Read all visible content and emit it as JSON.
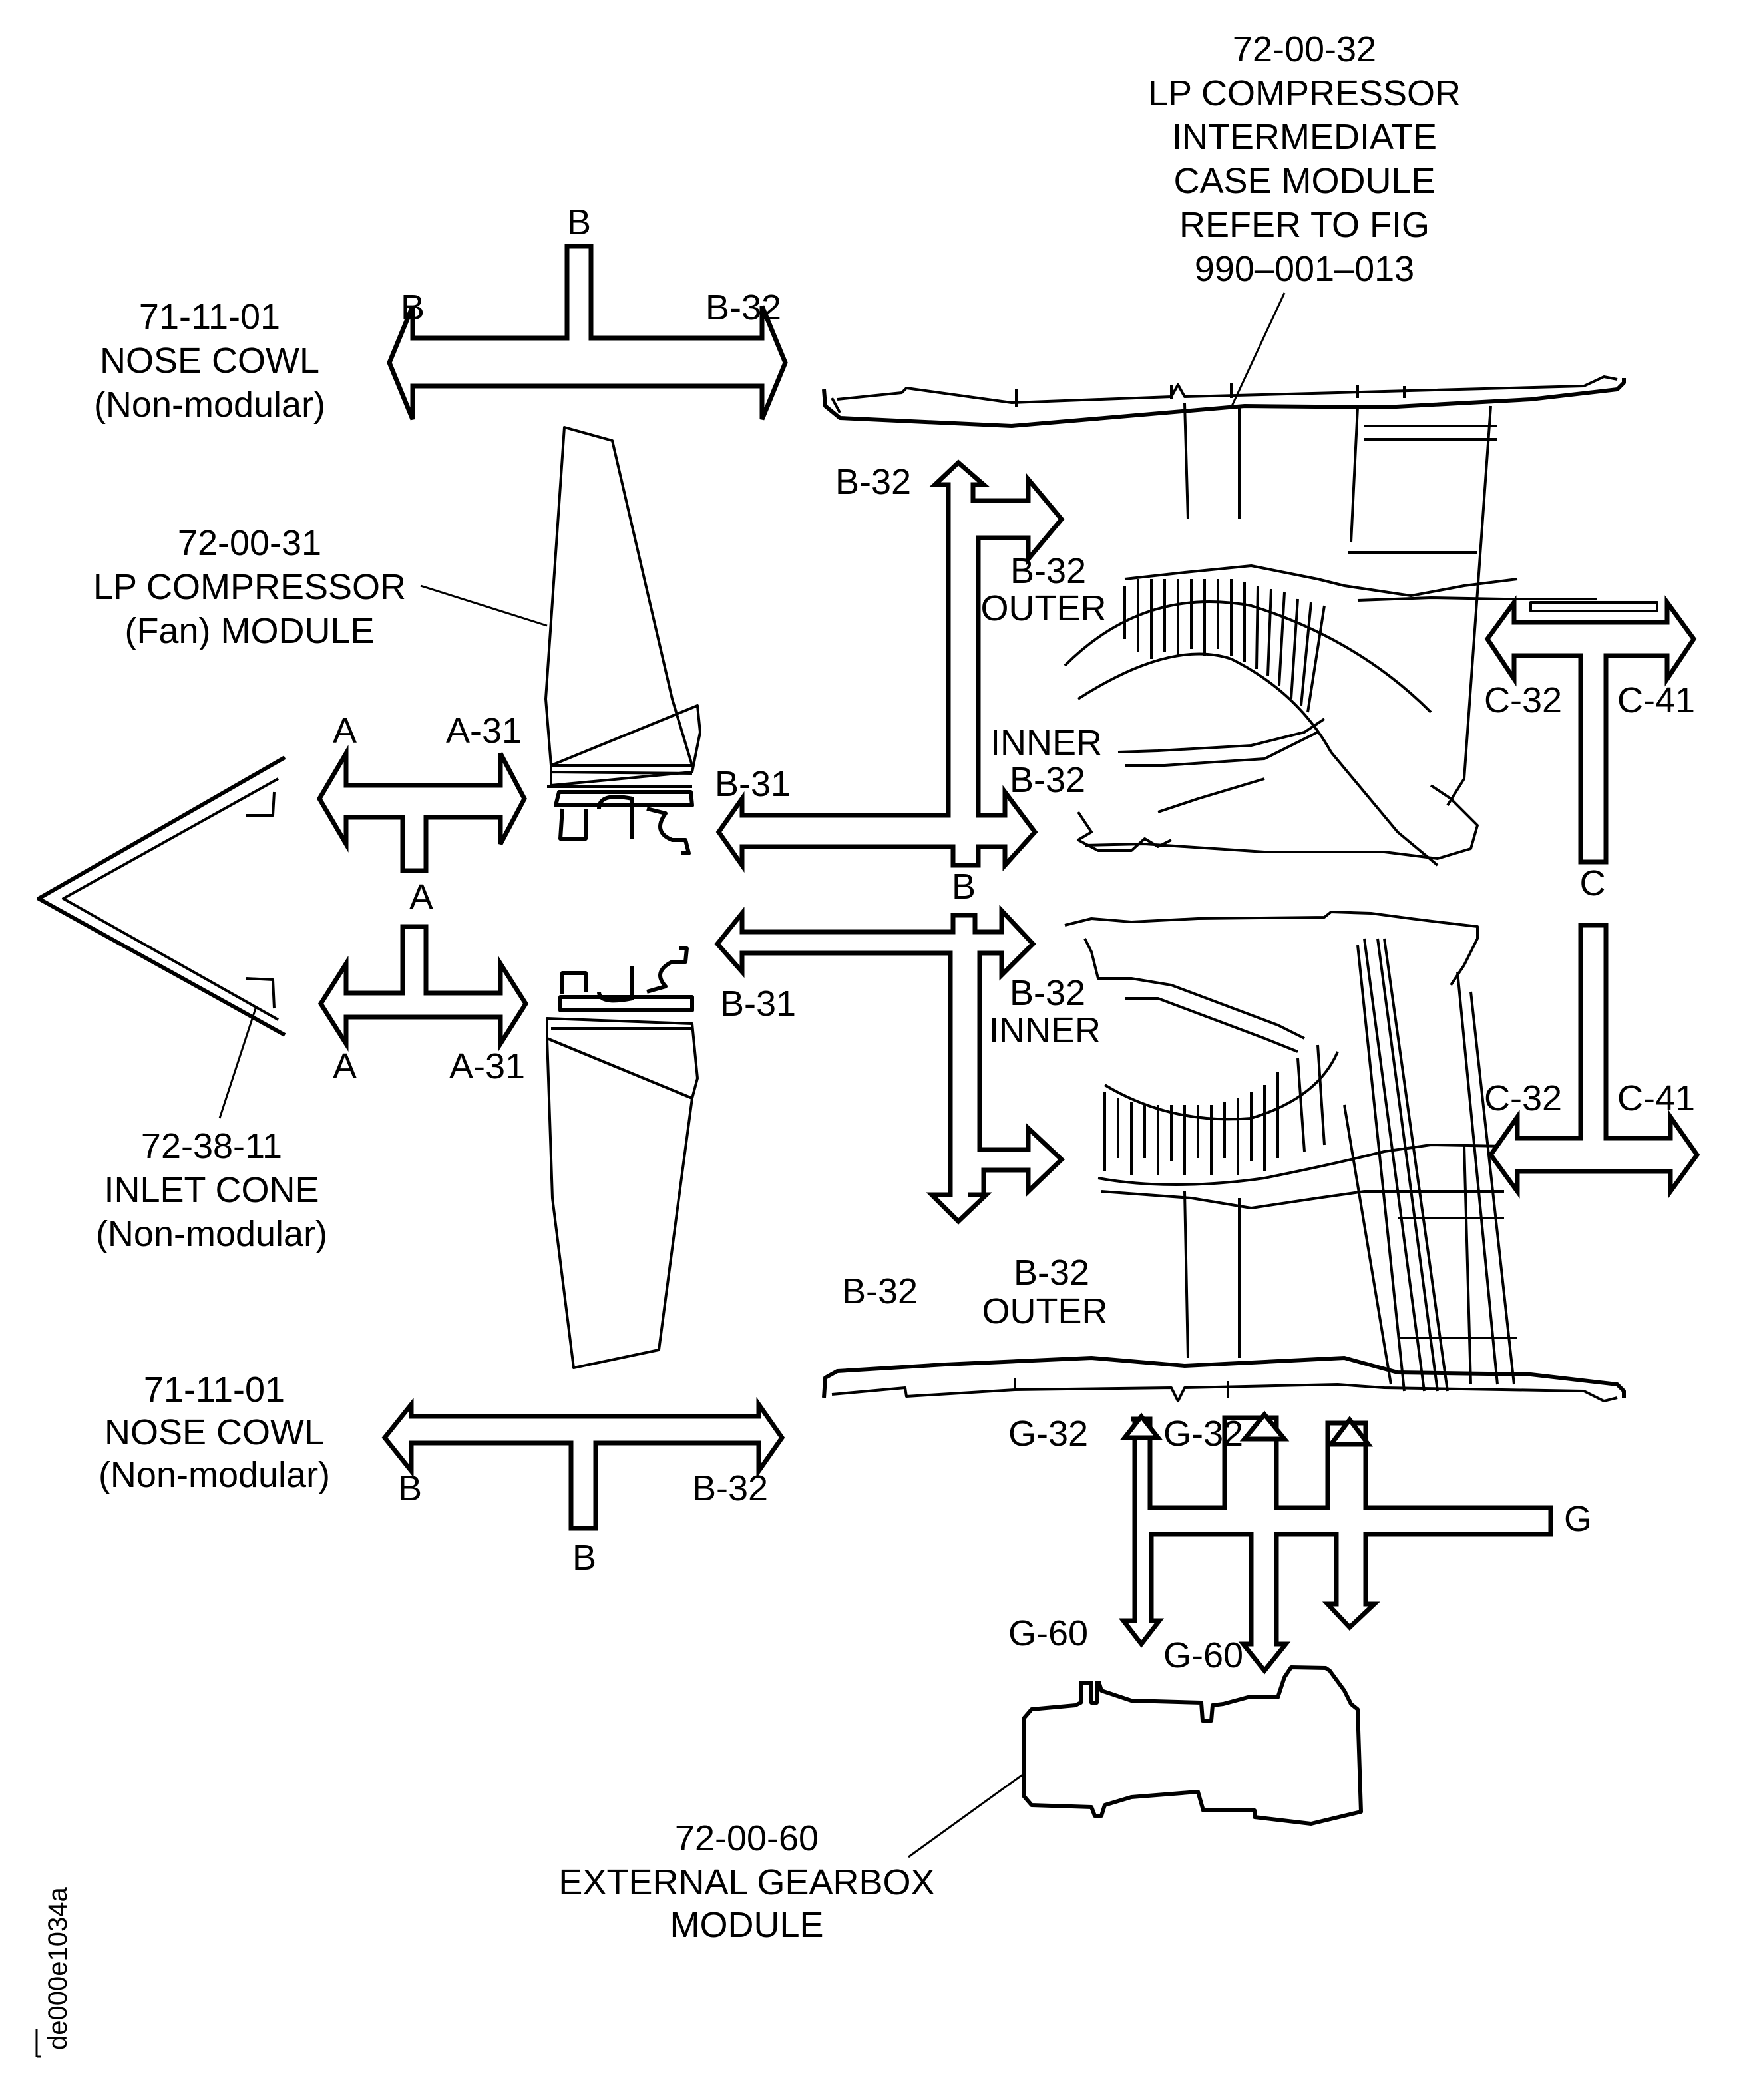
{
  "figure": {
    "drawing_id": "de000e1034a"
  },
  "modules": {
    "lp_intermediate_case": {
      "lines": [
        "72-00-32",
        "LP COMPRESSOR",
        "INTERMEDIATE",
        "CASE MODULE",
        "REFER TO FIG",
        "990–001–013"
      ]
    },
    "nose_cowl_top": {
      "lines": [
        "71-11-01",
        "NOSE COWL",
        "(Non-modular)"
      ]
    },
    "nose_cowl_bottom": {
      "lines": [
        "71-11-01",
        "NOSE COWL",
        "(Non-modular)"
      ]
    },
    "lp_fan": {
      "lines": [
        "72-00-31",
        "LP COMPRESSOR",
        "(Fan) MODULE"
      ]
    },
    "inlet_cone": {
      "lines": [
        "72-38-11",
        "INLET CONE",
        "(Non-modular)"
      ]
    },
    "external_gearbox": {
      "lines": [
        "72-00-60",
        "EXTERNAL GEARBOX",
        "MODULE"
      ]
    }
  },
  "arrows": {
    "b_top": {
      "stem": "B",
      "left": "B",
      "right": "B-32"
    },
    "b_bottom": {
      "stem": "B",
      "left": "B",
      "right": "B-32"
    },
    "a_top": {
      "left": "A",
      "right": "A-31",
      "stem": "A"
    },
    "a_bottom": {
      "left": "A",
      "right": "A-31"
    },
    "b_mid_top": {
      "up": "B-32",
      "outer_num": "B-32",
      "outer": "OUTER",
      "inner": "INNER",
      "inner_num": "B-32",
      "left": "B-31",
      "stem": "B"
    },
    "b_mid_bottom": {
      "left": "B-31",
      "inner_num": "B-32",
      "inner": "INNER",
      "down": "B-32",
      "outer_num": "B-32",
      "outer": "OUTER"
    },
    "c_top": {
      "left": "C-32",
      "right": "C-41",
      "stem": "C"
    },
    "c_bottom": {
      "left": "C-32",
      "right": "C-41"
    },
    "g": {
      "up1": "G-32",
      "up2": "G-32",
      "stem": "G",
      "down1": "G-60",
      "down2": "G-60"
    }
  }
}
